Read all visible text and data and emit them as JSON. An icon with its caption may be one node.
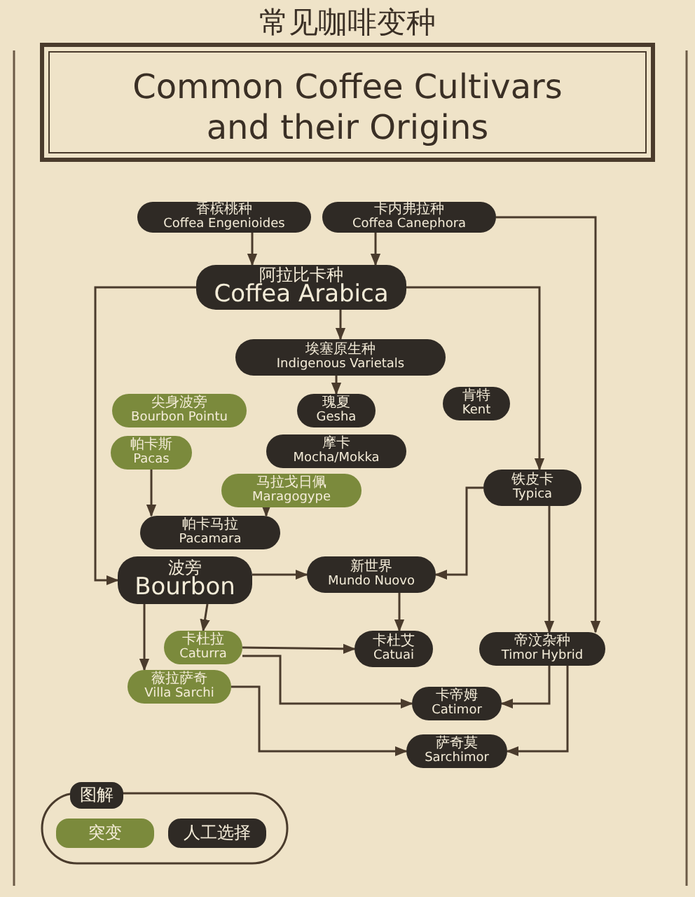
{
  "diagram": {
    "title": "Common Coffee Cultivars and their Origins",
    "nodes": [
      {
        "text": [
          "香槟桃种",
          "Coffea Engenioides"
        ]
      },
      {
        "text": [
          "卡内弗拉种",
          "Coffea Canephora"
        ]
      },
      {
        "text": [
          "阿拉比卡种",
          "Coffea Arabica"
        ]
      },
      {
        "text": [
          "埃塞原生种",
          "Indigenous Varietals"
        ]
      },
      {
        "text": [
          "尖身波旁",
          "Bourbon Pointu"
        ]
      },
      {
        "text": [
          "瑰夏",
          "Gesha"
        ]
      },
      {
        "text": [
          "肯特",
          "Kent"
        ]
      },
      {
        "text": [
          "帕卡斯",
          "Pacas"
        ]
      },
      {
        "text": [
          "摩卡",
          "Mocha/Mokka"
        ]
      },
      {
        "text": [
          "马拉戈日佩",
          "Maragogype"
        ]
      },
      {
        "text": [
          "铁皮卡",
          "Typica"
        ]
      },
      {
        "text": [
          "帕卡马拉",
          "Pacamara"
        ]
      },
      {
        "text": [
          "波旁",
          "Bourbon"
        ]
      },
      {
        "text": [
          "新世界",
          "Mundo Nuovo"
        ]
      },
      {
        "text": [
          "卡杜拉",
          "Caturra"
        ]
      },
      {
        "text": [
          "卡杜艾",
          "Catuai"
        ]
      },
      {
        "text": [
          "帝汶杂种",
          "Timor Hybrid"
        ]
      },
      {
        "text": [
          "薇拉萨奇",
          "Villa Sarchi"
        ]
      },
      {
        "text": [
          "卡帝姆",
          "Catimor"
        ]
      },
      {
        "text": [
          "萨奇莫",
          "Sarchimor"
        ]
      }
    ],
    "edges": [
      {
        "from": 0,
        "to": 2,
        "arrow": "to"
      },
      {
        "from": 1,
        "to": 2,
        "arrow": "to"
      },
      {
        "from": 1,
        "to": 16,
        "arrow": "to"
      },
      {
        "from": 2,
        "to": 3,
        "arrow": "to"
      },
      {
        "from": 2,
        "to": 12,
        "arrow": "to"
      },
      {
        "from": 2,
        "to": 10,
        "arrow": "to"
      },
      {
        "from": 3,
        "to": 5,
        "arrow": "to"
      },
      {
        "from": 7,
        "to": 11,
        "arrow": "to"
      },
      {
        "from": 9,
        "to": 11,
        "arrow": "to"
      },
      {
        "from": 10,
        "to": 13,
        "arrow": "to"
      },
      {
        "from": 12,
        "to": 13,
        "arrow": "to"
      },
      {
        "from": 12,
        "to": 14,
        "arrow": "to"
      },
      {
        "from": 12,
        "to": 17,
        "arrow": "to"
      },
      {
        "from": 13,
        "to": 15,
        "arrow": "to"
      },
      {
        "from": 14,
        "to": 15,
        "arrow": "to"
      },
      {
        "from": 14,
        "to": 18,
        "arrow": "to"
      },
      {
        "from": 16,
        "to": 18,
        "arrow": "to"
      },
      {
        "from": 17,
        "to": 19,
        "arrow": "to"
      },
      {
        "from": 16,
        "to": 19,
        "arrow": "to"
      },
      {
        "from": 10,
        "to": 16,
        "arrow": "to"
      }
    ],
    "labels": [
      "常见咖啡变种",
      "图解"
    ],
    "legend": [
      {
        "text": "突变",
        "color": "#7b8a3c"
      },
      {
        "text": "人工选择",
        "color": "#2f2a25"
      }
    ]
  }
}
